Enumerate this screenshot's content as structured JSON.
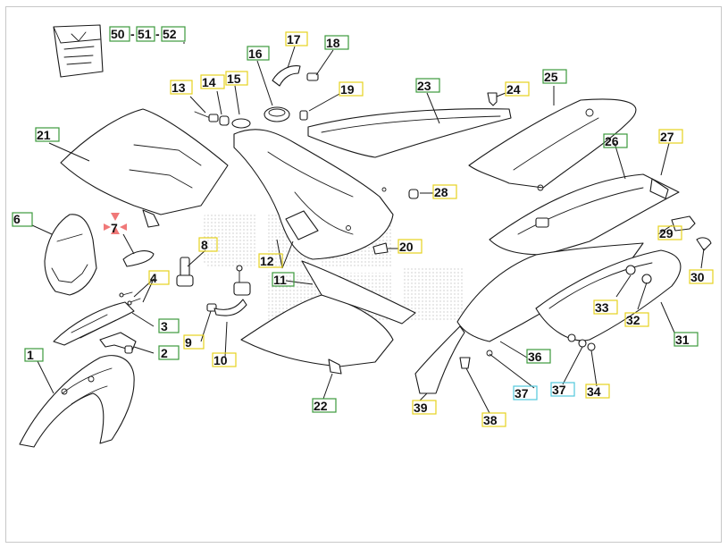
{
  "colors": {
    "green": "#3c9a3c",
    "yellow": "#e6d21e",
    "cyan": "#52c8dc",
    "warning": "#f07878"
  },
  "callouts": [
    {
      "id": "c1",
      "label": "1",
      "color": "green"
    },
    {
      "id": "c2",
      "label": "2",
      "color": "green"
    },
    {
      "id": "c3",
      "label": "3",
      "color": "green"
    },
    {
      "id": "c4",
      "label": "4",
      "color": "yellow"
    },
    {
      "id": "c6",
      "label": "6",
      "color": "green"
    },
    {
      "id": "c7",
      "label": "7",
      "color": "warning"
    },
    {
      "id": "c8",
      "label": "8",
      "color": "yellow"
    },
    {
      "id": "c9",
      "label": "9",
      "color": "yellow"
    },
    {
      "id": "c10",
      "label": "10",
      "color": "yellow"
    },
    {
      "id": "c11",
      "label": "11",
      "color": "green"
    },
    {
      "id": "c12",
      "label": "12",
      "color": "yellow"
    },
    {
      "id": "c13",
      "label": "13",
      "color": "yellow"
    },
    {
      "id": "c14",
      "label": "14",
      "color": "yellow"
    },
    {
      "id": "c15",
      "label": "15",
      "color": "yellow"
    },
    {
      "id": "c16",
      "label": "16",
      "color": "green"
    },
    {
      "id": "c17",
      "label": "17",
      "color": "yellow"
    },
    {
      "id": "c18",
      "label": "18",
      "color": "green"
    },
    {
      "id": "c19",
      "label": "19",
      "color": "yellow"
    },
    {
      "id": "c20",
      "label": "20",
      "color": "yellow"
    },
    {
      "id": "c21",
      "label": "21",
      "color": "green"
    },
    {
      "id": "c22",
      "label": "22",
      "color": "green"
    },
    {
      "id": "c23",
      "label": "23",
      "color": "green"
    },
    {
      "id": "c24",
      "label": "24",
      "color": "yellow"
    },
    {
      "id": "c25",
      "label": "25",
      "color": "green"
    },
    {
      "id": "c26",
      "label": "26",
      "color": "green"
    },
    {
      "id": "c27",
      "label": "27",
      "color": "yellow"
    },
    {
      "id": "c28",
      "label": "28",
      "color": "yellow"
    },
    {
      "id": "c29",
      "label": "29",
      "color": "yellow"
    },
    {
      "id": "c30",
      "label": "30",
      "color": "yellow"
    },
    {
      "id": "c31",
      "label": "31",
      "color": "green"
    },
    {
      "id": "c32",
      "label": "32",
      "color": "yellow"
    },
    {
      "id": "c33",
      "label": "33",
      "color": "yellow"
    },
    {
      "id": "c34",
      "label": "34",
      "color": "yellow"
    },
    {
      "id": "c36",
      "label": "36",
      "color": "green"
    },
    {
      "id": "c37a",
      "label": "37",
      "color": "cyan"
    },
    {
      "id": "c37b",
      "label": "37",
      "color": "cyan"
    },
    {
      "id": "c38",
      "label": "38",
      "color": "yellow"
    },
    {
      "id": "c39",
      "label": "39",
      "color": "yellow"
    },
    {
      "id": "c50",
      "label": "50",
      "color": "green"
    },
    {
      "id": "c51",
      "label": "51",
      "color": "green"
    },
    {
      "id": "c52",
      "label": "52",
      "color": "green"
    }
  ],
  "separators": {
    "dash_1": "-",
    "dash_2": "-"
  }
}
